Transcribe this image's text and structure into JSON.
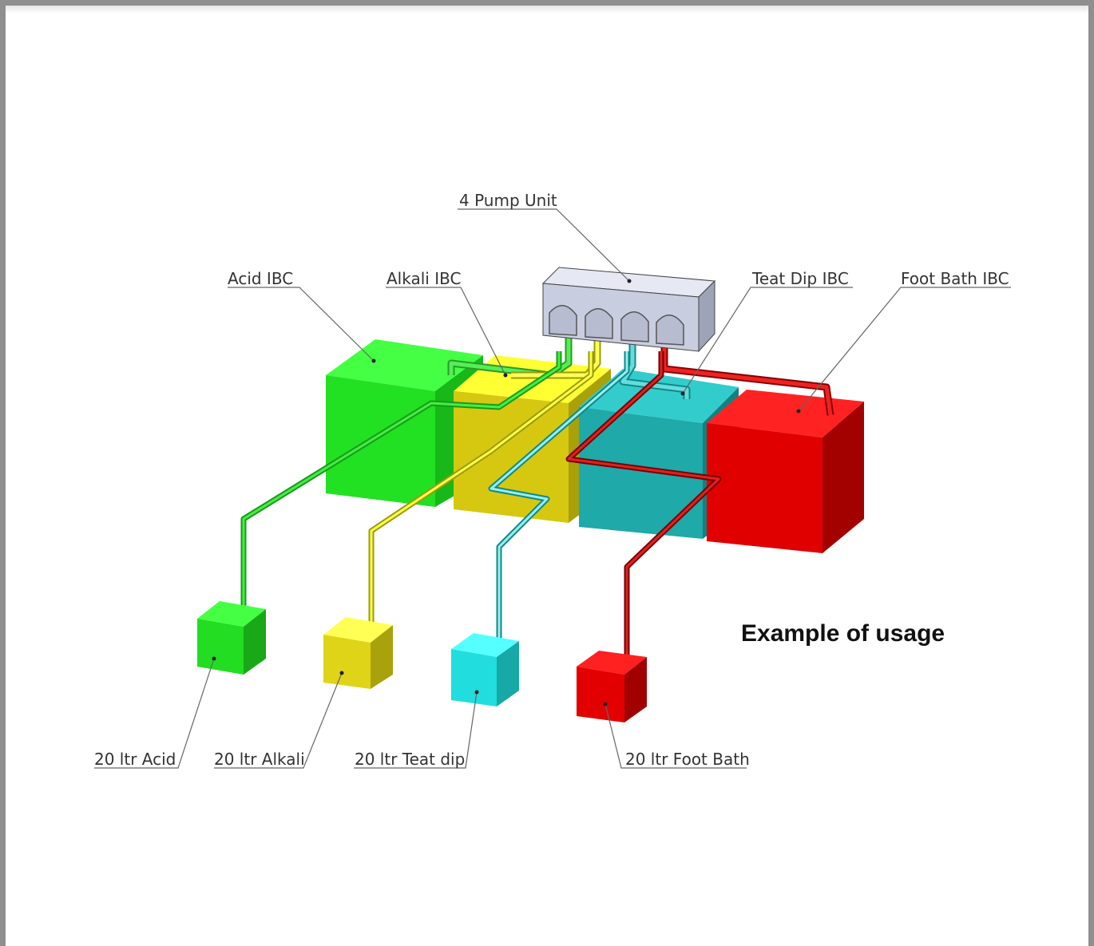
{
  "caption": "Example of usage",
  "labels": {
    "pump_unit": "4 Pump Unit",
    "acid_ibc": "Acid IBC",
    "alkali_ibc": "Alkali IBC",
    "teat_dip_ibc": "Teat Dip IBC",
    "foot_bath_ibc": "Foot Bath IBC",
    "acid_20": "20 ltr Acid",
    "alkali_20": "20 ltr Alkali",
    "teat_dip_20": "20 ltr Teat dip",
    "foot_bath_20": "20 ltr Foot Bath"
  },
  "colors": {
    "acid": "#22dd22",
    "alkali": "#eeee22",
    "teat_dip": "#22bbbb",
    "foot_bath": "#ee1111",
    "pump_unit": "#c8cde0"
  }
}
